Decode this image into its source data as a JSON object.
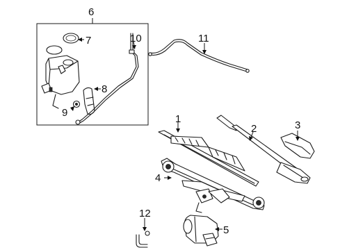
{
  "diagram": {
    "callouts": {
      "c1": "1",
      "c2": "2",
      "c3": "3",
      "c4": "4",
      "c5": "5",
      "c6": "6",
      "c7": "7",
      "c8": "8",
      "c9": "9",
      "c10": "10",
      "c11": "11",
      "c12": "12"
    },
    "colors": {
      "line": "#1a1a1a",
      "background": "#ffffff"
    }
  }
}
